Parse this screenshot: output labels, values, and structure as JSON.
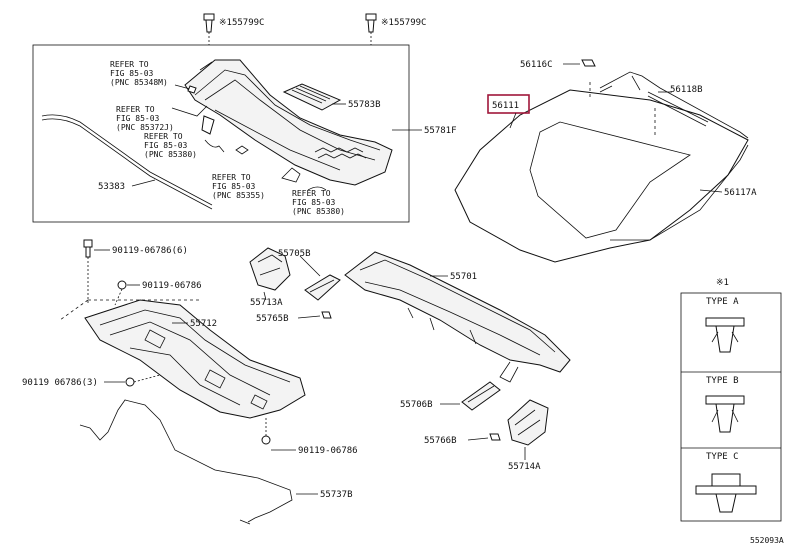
{
  "labels": {
    "clip_top_1": "※155799C",
    "clip_top_2": "※155799C",
    "refer_1_a": "REFER TO",
    "refer_1_b": "FIG 85-03",
    "refer_1_c": "(PNC 85348M)",
    "refer_2_a": "REFER TO",
    "refer_2_b": "FIG 85-03",
    "refer_2_c": "(PNC 85372J)",
    "refer_3_a": "REFER TO",
    "refer_3_b": "FIG 85-03",
    "refer_3_c": "(PNC 85380)",
    "refer_4_a": "REFER TO",
    "refer_4_b": "FIG 85-03",
    "refer_4_c": "(PNC 85355)",
    "refer_5_a": "REFER TO",
    "refer_5_b": "FIG 85-03",
    "refer_5_c": "(PNC 85380)",
    "p55783B": "55783B",
    "p55781F": "55781F",
    "p53383": "53383",
    "p56116C": "56116C",
    "p56118B": "56118B",
    "p56111": "56111",
    "p56117A": "56117A",
    "p90119_06786_6": "90119-06786(6)",
    "p90119_06786_a": "90119-06786",
    "p55712": "55712",
    "p90119_06786_3": "90119 06786(3)",
    "p90119_06786_b": "90119-06786",
    "p55737B": "55737B",
    "p55705B": "55705B",
    "p55713A": "55713A",
    "p55765B": "55765B",
    "p55701": "55701",
    "p55706B": "55706B",
    "p55766B": "55766B",
    "p55714A": "55714A",
    "legend_title": "※1",
    "type_a": "TYPE A",
    "type_b": "TYPE B",
    "type_c": "TYPE C",
    "fig_code": "552093A"
  }
}
